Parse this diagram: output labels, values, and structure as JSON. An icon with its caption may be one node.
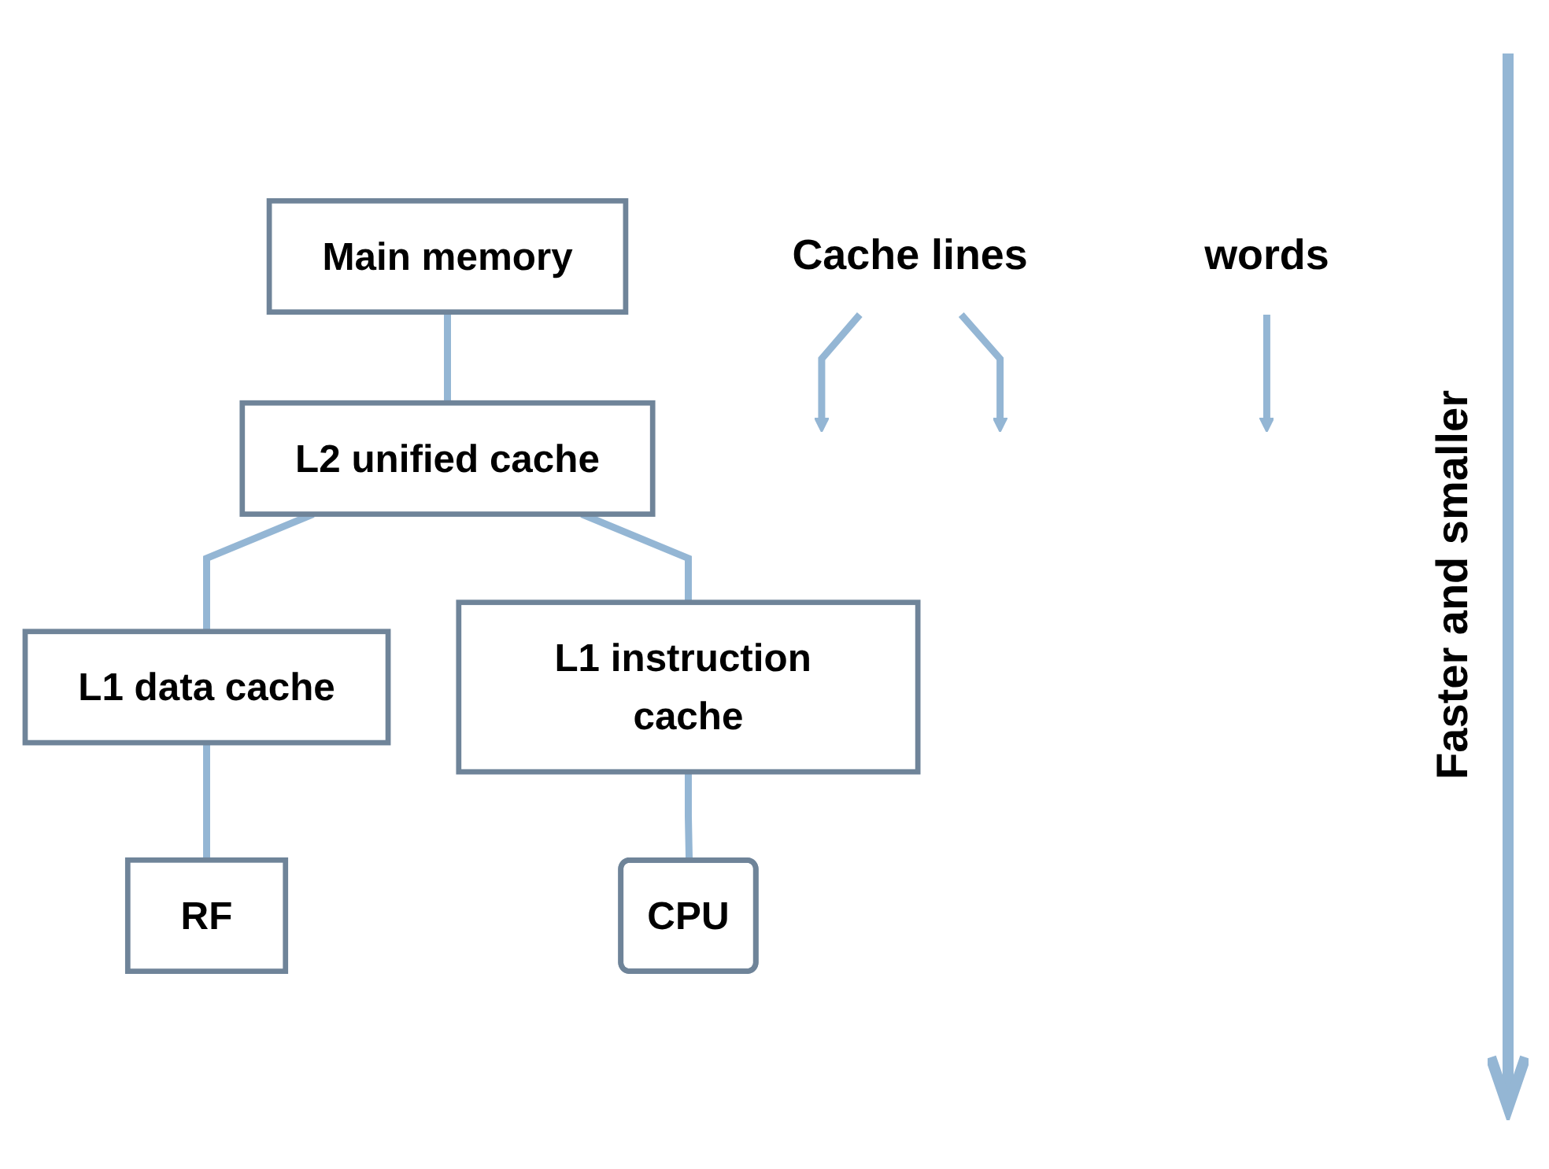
{
  "diagram": {
    "nodes": [
      {
        "text": [
          "Main memory"
        ]
      },
      {
        "text": [
          "L2 unified cache"
        ]
      },
      {
        "text": [
          "L1 data cache"
        ]
      },
      {
        "text": [
          "L1 instruction cache"
        ]
      },
      {
        "text": [
          "RF"
        ]
      },
      {
        "text": [
          "CPU"
        ]
      },
      {
        "text": [
          "Cache lines"
        ]
      },
      {
        "text": [
          "words"
        ]
      }
    ],
    "edges": [
      {
        "from": 0,
        "to": 1,
        "arrow": "none"
      },
      {
        "from": 1,
        "to": 2,
        "arrow": "none"
      },
      {
        "from": 1,
        "to": 3,
        "arrow": "none"
      },
      {
        "from": 2,
        "to": 4,
        "arrow": "none"
      },
      {
        "from": 3,
        "to": 5,
        "arrow": "none"
      },
      {
        "from": 6,
        "to": null,
        "arrow": "to"
      },
      {
        "from": 6,
        "to": null,
        "arrow": "to"
      },
      {
        "from": 7,
        "to": null,
        "arrow": "to"
      }
    ],
    "labels": [
      "Faster and smaller"
    ]
  }
}
